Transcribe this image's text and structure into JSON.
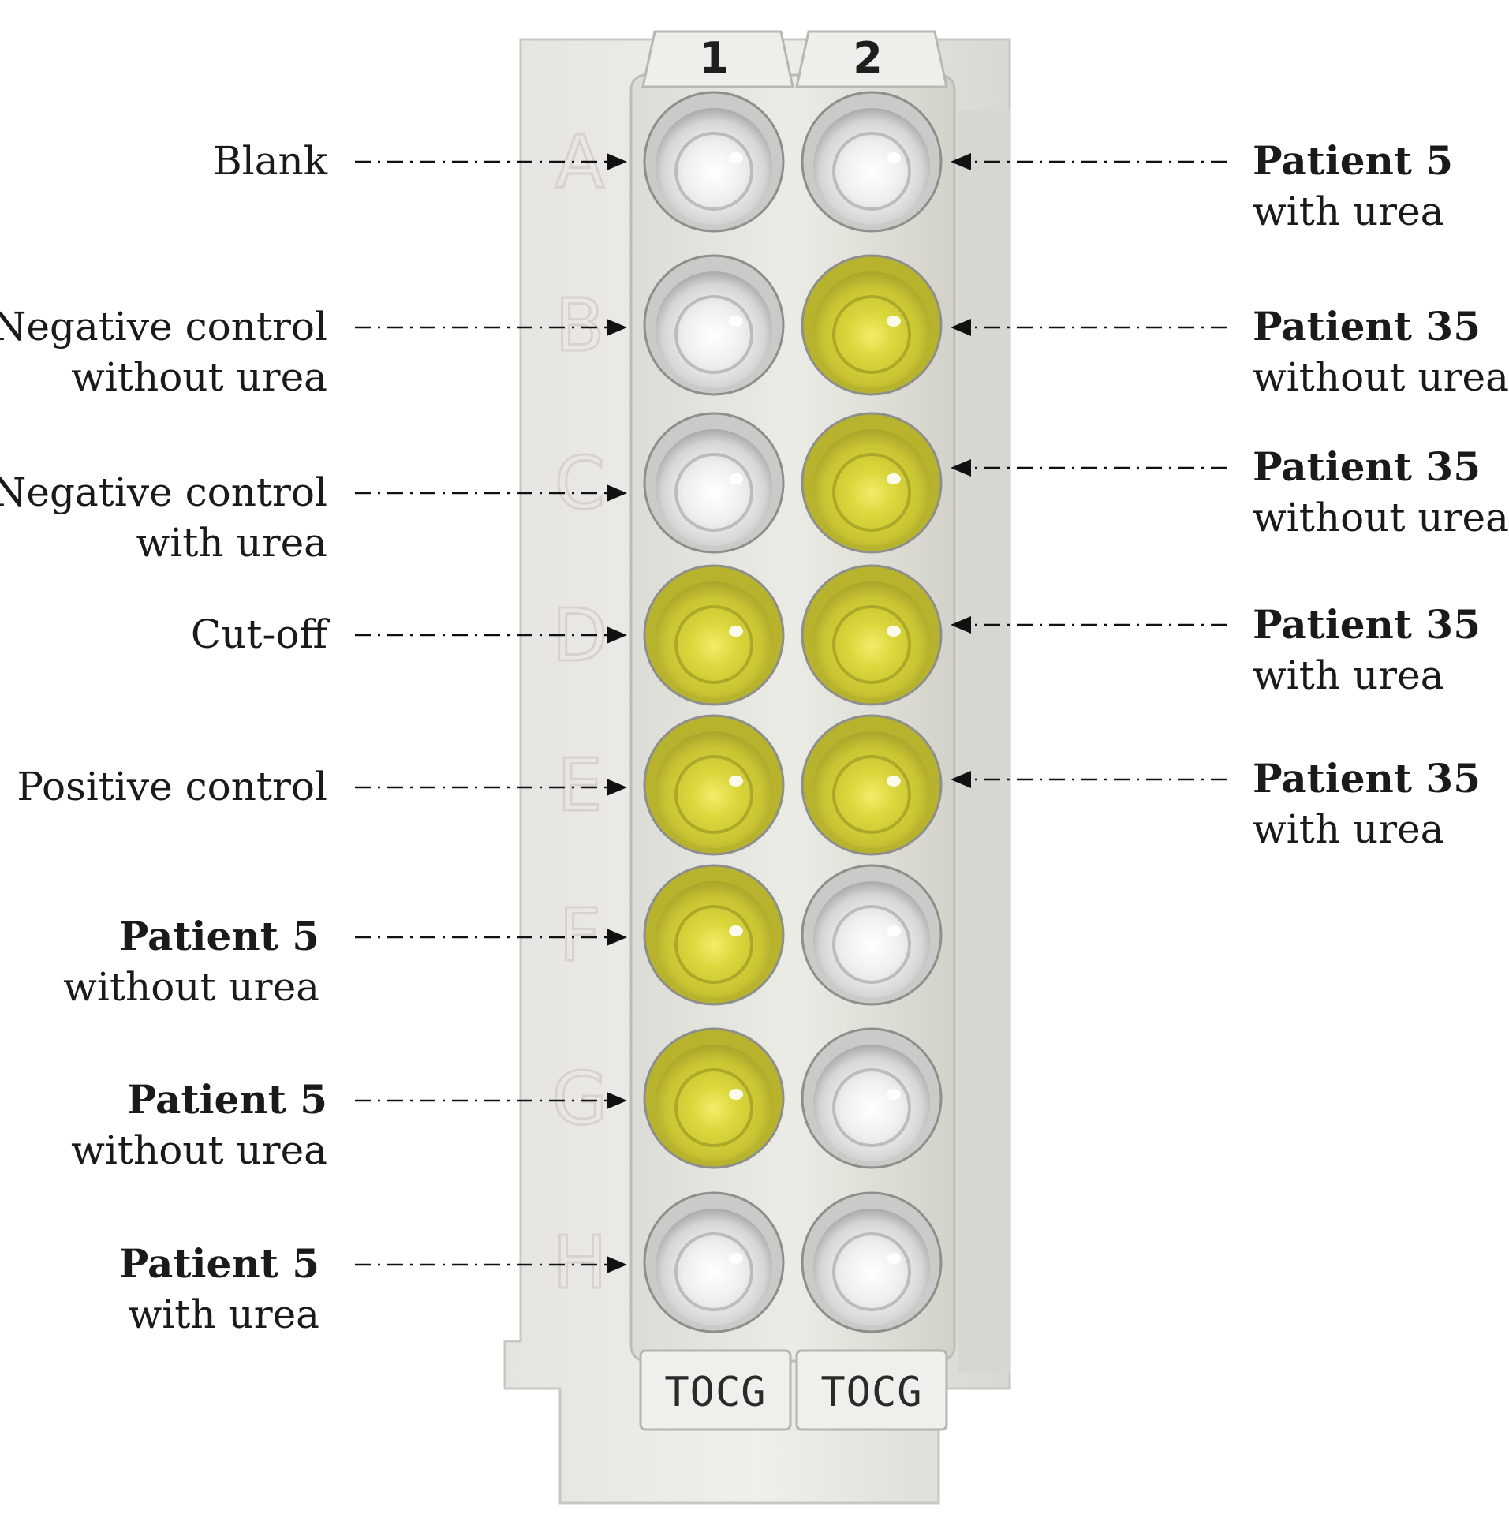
{
  "tubes": {
    "columns": [
      "1",
      "2"
    ],
    "row_letters": [
      "A",
      "B",
      "C",
      "D",
      "E",
      "F",
      "G",
      "H"
    ],
    "bottom_labels": [
      "TOCG",
      "TOCG"
    ]
  },
  "wells": {
    "column1": [
      "clear",
      "clear",
      "clear",
      "yellow",
      "yellow",
      "yellow",
      "yellow",
      "clear"
    ],
    "column2": [
      "clear",
      "yellow",
      "yellow",
      "yellow",
      "yellow",
      "clear",
      "clear",
      "clear"
    ]
  },
  "colors": {
    "yellow": "#d7d23a",
    "clear": "#eef0ee",
    "plate": "#ecebe7"
  },
  "left_labels": [
    {
      "bold": "",
      "normal": [
        "Blank"
      ]
    },
    {
      "bold": "",
      "normal": [
        "Negative control",
        "without urea"
      ]
    },
    {
      "bold": "",
      "normal": [
        "Negative control",
        "with urea"
      ]
    },
    {
      "bold": "",
      "normal": [
        "Cut-off"
      ]
    },
    {
      "bold": "",
      "normal": [
        "Positive control"
      ]
    },
    {
      "bold": "Patient 5",
      "normal": [
        "without urea"
      ]
    },
    {
      "bold": "Patient 5",
      "normal": [
        "without urea"
      ]
    },
    {
      "bold": "Patient 5",
      "normal": [
        "with urea"
      ]
    }
  ],
  "right_labels": [
    {
      "bold": "Patient 5",
      "normal": [
        "with urea"
      ]
    },
    {
      "bold": "Patient 35",
      "normal": [
        "without urea"
      ]
    },
    {
      "bold": "Patient 35",
      "normal": [
        "without urea"
      ]
    },
    {
      "bold": "Patient 35",
      "normal": [
        "with urea"
      ]
    },
    {
      "bold": "Patient 35",
      "normal": [
        "with urea"
      ]
    }
  ]
}
